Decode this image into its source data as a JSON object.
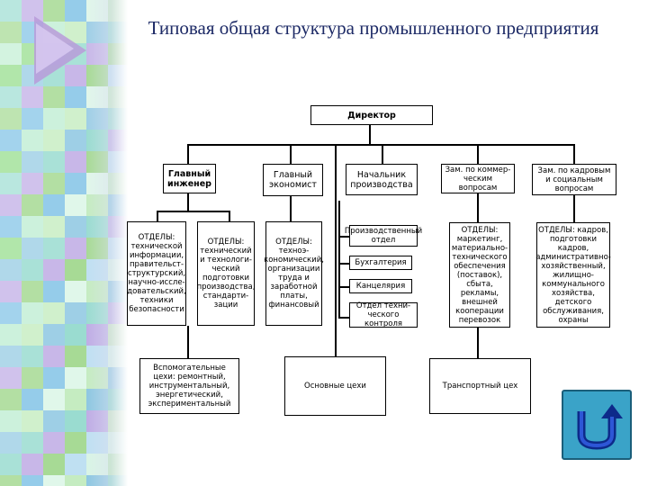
{
  "title": "Типовая общая структура промышленного предприятия",
  "nodes": {
    "director": "Директор",
    "chief_engineer": "Главный инженер",
    "chief_economist": "Главный экономист",
    "production_head": "Начальник производства",
    "commercial_deputy": "Зам. по коммер-ческим вопросам",
    "hr_deputy": "Зам. по кадровым и социальным вопросам",
    "eng_depts": "ОТДЕЛЫ: технической информации, правительст-структурский, научно-иссле-довательский, техники безопасности",
    "tech_depts": "ОТДЕЛЫ: технический и технологи-ческий подготовки производства, стандарти-зации",
    "econ_depts": "ОТДЕЛЫ: техноэ-кономический, организации труда и заработной платы, финансовый",
    "production_dept": "Производственный отдел",
    "accounting": "Бухгалтерия",
    "office": "Канцелярия",
    "tech_control": "Отдел техни-ческого контроля",
    "commercial_depts": "ОТДЕЛЫ: маркетинг, материально-технического обеспечения (поставок), сбыта, рекламы, внешней кооперации перевозок",
    "hr_depts": "ОТДЕЛЫ: кадров, подготовки кадров, административно-хозяйственный, жилищно-коммунального хозяйства, детского обслуживания, охраны",
    "aux_shops": "Вспомогательные цехи: ремонтный, инструментальный, энергетический, экспериментальный",
    "main_shops": "Основные цехи",
    "transport_shop": "Транспортный цех"
  },
  "colors": {
    "title": "#1d2a66",
    "strip_palette": [
      "#7fd3c4",
      "#a9e3a2",
      "#8ac7e8",
      "#b9a4e2",
      "#6fb8d9",
      "#c7f0d8",
      "#9ed68a"
    ],
    "back_button": "#3aa3c8"
  },
  "icons": {
    "back": "u-turn-arrow-icon",
    "play": "triangle-play-icon"
  }
}
